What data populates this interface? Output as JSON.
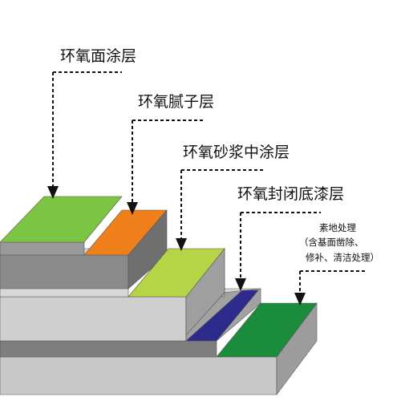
{
  "layers": [
    {
      "label": "环氧面涂层",
      "color": "#7cc542"
    },
    {
      "label": "环氧腻子层",
      "color": "#ef7f1a"
    },
    {
      "label": "环氧砂浆中涂层",
      "color": "#b5d546"
    },
    {
      "label": "环氧封闭底漆层",
      "color": "#2c2a8a"
    }
  ],
  "substrate": {
    "title": "素地处理",
    "detail_line1": "（含基面凿除、",
    "detail_line2": "修补、清洁处理）",
    "color": "#1a8c3c"
  },
  "colors": {
    "step_top": "#dcdcdc",
    "step_front": "#c6c6c6",
    "step_side": "#9a9a9a",
    "block_front": "#8c8c8c",
    "block_side": "#6e6e6e"
  }
}
